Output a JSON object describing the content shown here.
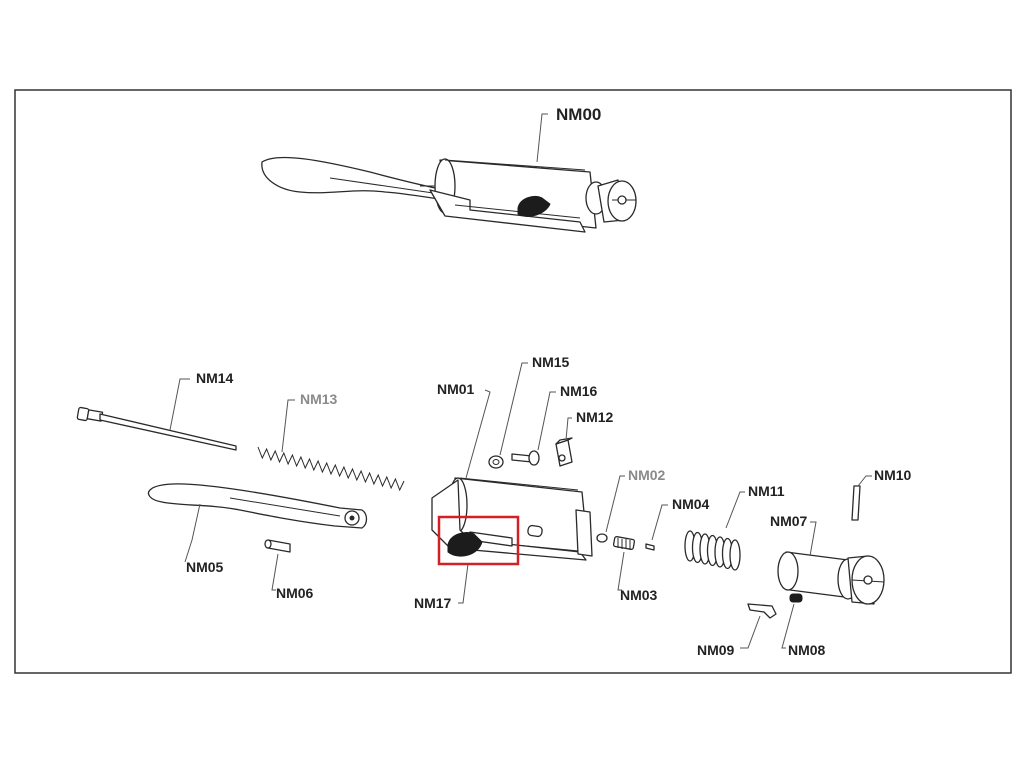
{
  "labels": {
    "nm00": "NM00",
    "nm01": "NM01",
    "nm02": "NM02",
    "nm03": "NM03",
    "nm04": "NM04",
    "nm05": "NM05",
    "nm06": "NM06",
    "nm07": "NM07",
    "nm08": "NM08",
    "nm09": "NM09",
    "nm10": "NM10",
    "nm11": "NM11",
    "nm12": "NM12",
    "nm13": "NM13",
    "nm14": "NM14",
    "nm15": "NM15",
    "nm16": "NM16",
    "nm17": "NM17"
  },
  "colors": {
    "highlight": "#d32027",
    "line": "#2a2a2a",
    "muted_label": "#8a8a8a"
  }
}
